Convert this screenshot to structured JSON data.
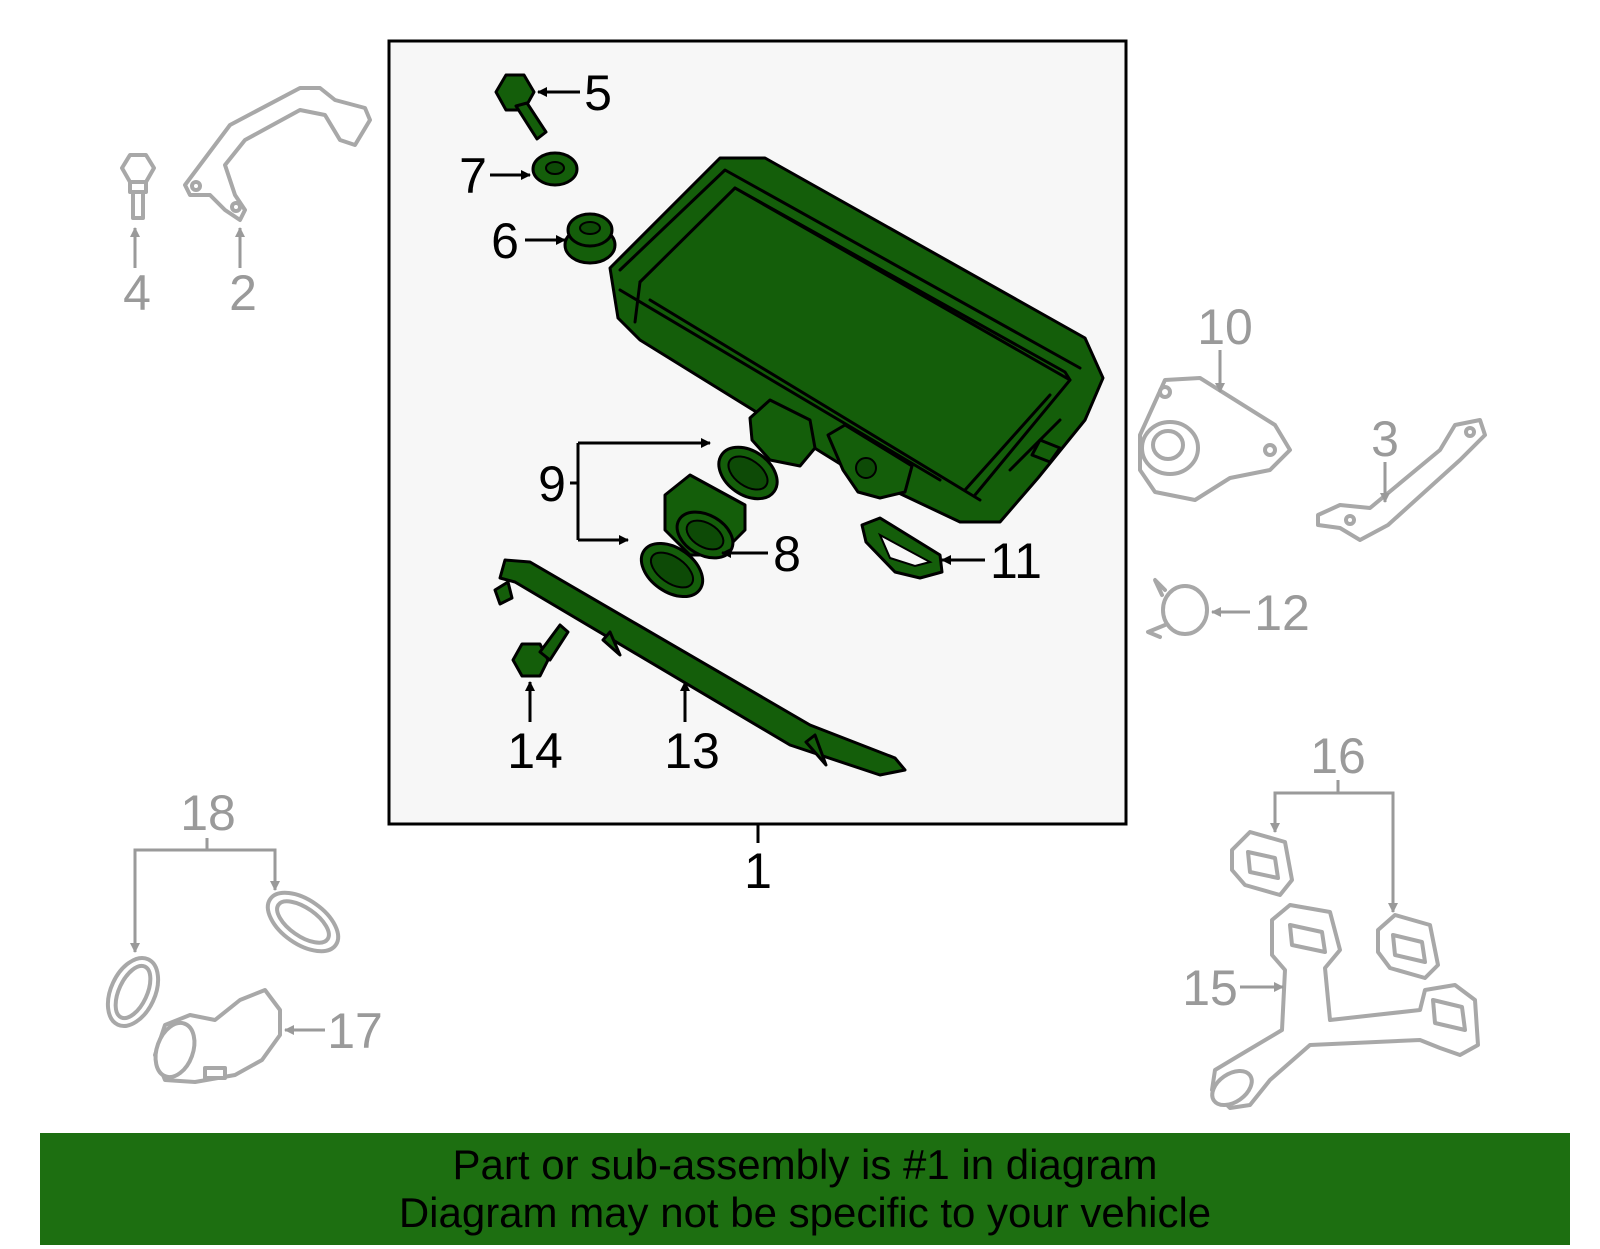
{
  "colors": {
    "assembly_green": "#145e0a",
    "banner_green": "#1d6f11",
    "box_background": "#f7f7f7",
    "grey_part": "#a8a8a8"
  },
  "callouts": {
    "c1": "1",
    "c2": "2",
    "c3": "3",
    "c4": "4",
    "c5": "5",
    "c6": "6",
    "c7": "7",
    "c8": "8",
    "c9": "9",
    "c10": "10",
    "c11": "11",
    "c12": "12",
    "c13": "13",
    "c14": "14",
    "c15": "15",
    "c16": "16",
    "c17": "17",
    "c18": "18"
  },
  "banner": {
    "line1": "Part or sub-assembly is #1 in diagram",
    "line2": "Diagram may not be specific to your vehicle"
  }
}
